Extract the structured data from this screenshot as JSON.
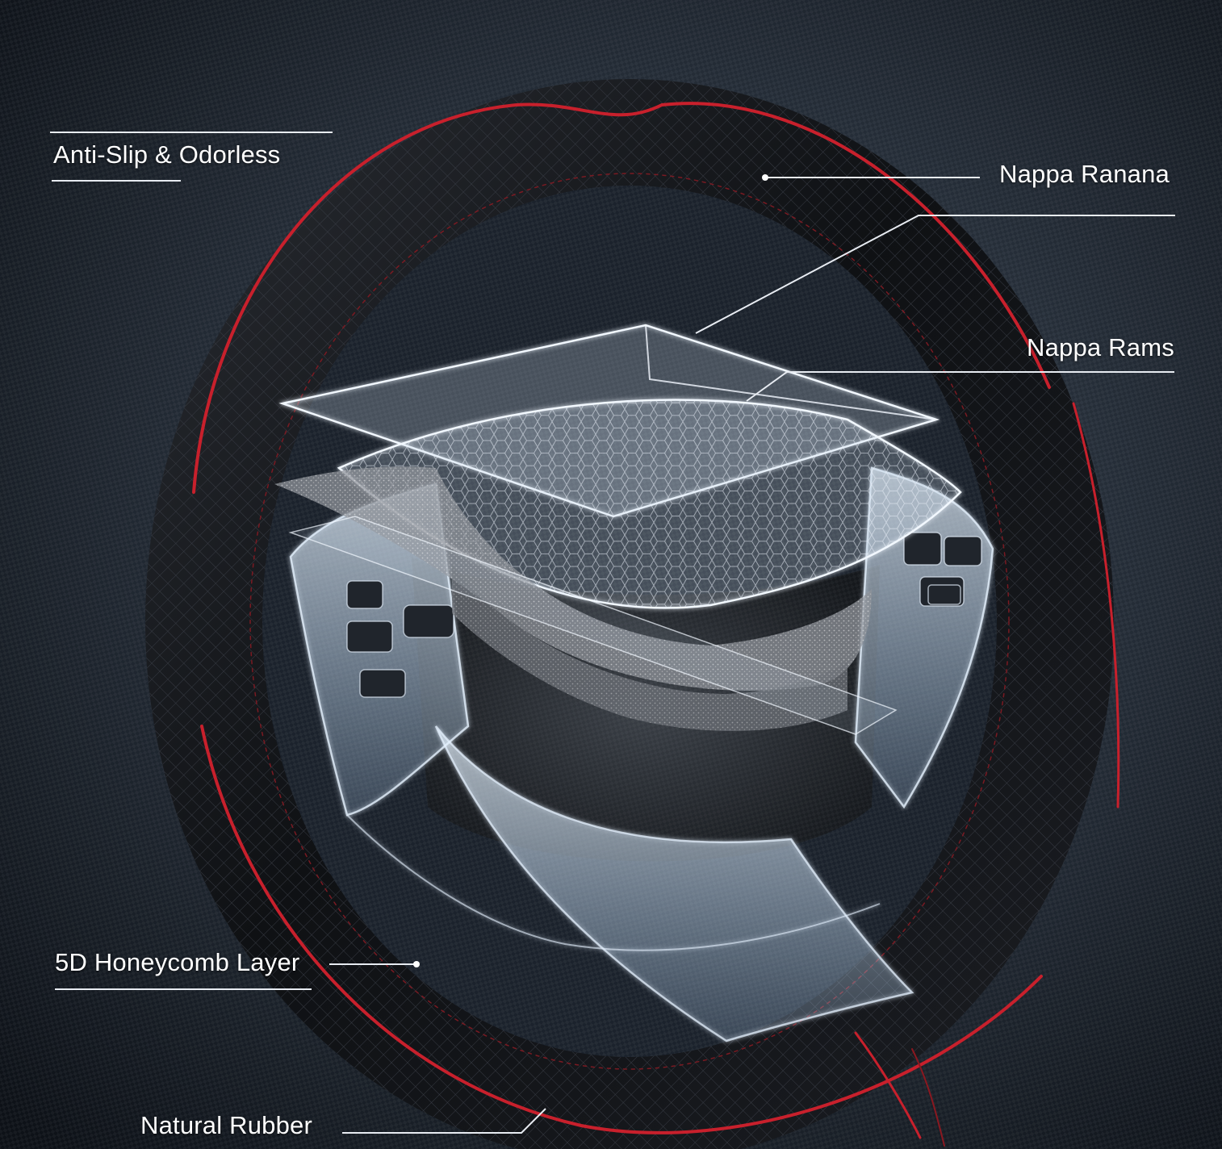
{
  "callouts": {
    "anti_slip": "Anti-Slip & Odorless",
    "nappa_top": "Nappa  Ranana",
    "nappa_middle": "Nappa Rams",
    "honeycomb": "5D Honeycomb Layer",
    "rubber": "Natural Rubber"
  },
  "colors": {
    "background": "#1f2630",
    "leather": "#121418",
    "piping": "#c8202c",
    "glass": "#cfe6ff",
    "label": "#ffffff"
  }
}
